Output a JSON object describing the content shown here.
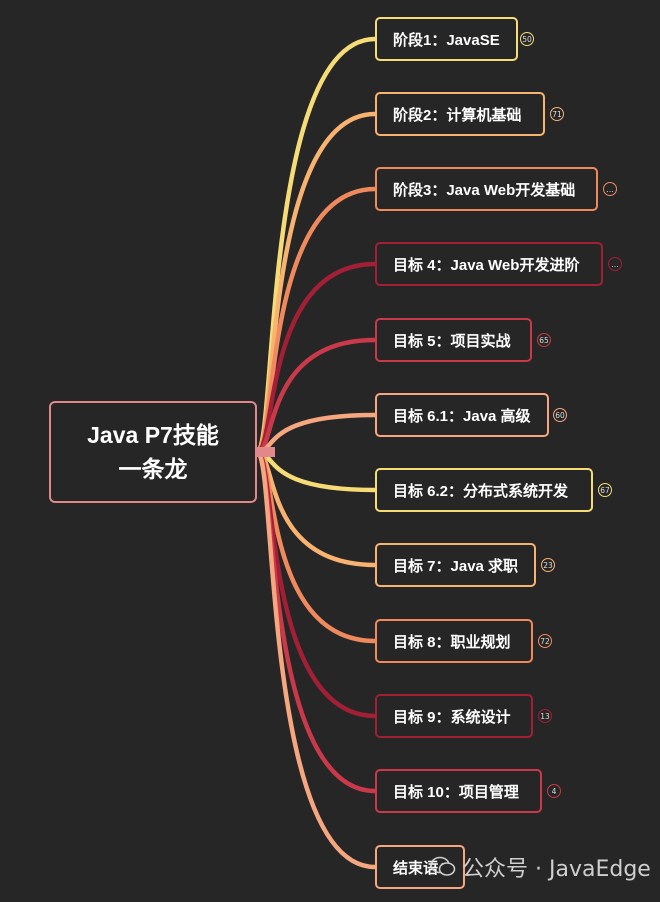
{
  "root": {
    "line1": "Java P7技能",
    "line2": "一条龙"
  },
  "nodes": [
    {
      "label": "阶段1：JavaSE",
      "badge": "50",
      "color": "#f6dc76"
    },
    {
      "label": "阶段2：计算机基础",
      "badge": "71",
      "color": "#f7b36f"
    },
    {
      "label": "阶段3：Java Web开发基础",
      "badge": "…",
      "color": "#f08a5d"
    },
    {
      "label": "目标 4：Java Web开发进阶",
      "badge": "…",
      "color": "#a21f36"
    },
    {
      "label": "目标 5：项目实战",
      "badge": "65",
      "color": "#c9394a"
    },
    {
      "label": "目标 6.1：Java 高级",
      "badge": "60",
      "color": "#f6a77f"
    },
    {
      "label": "目标 6.2：分布式系统开发",
      "badge": "67",
      "color": "#f6dc76"
    },
    {
      "label": "目标 7：Java 求职",
      "badge": "23",
      "color": "#f7b36f"
    },
    {
      "label": "目标 8：职业规划",
      "badge": "72",
      "color": "#f08a5d"
    },
    {
      "label": "目标 9：系统设计",
      "badge": "13",
      "color": "#a21f36"
    },
    {
      "label": "目标 10：项目管理",
      "badge": "4",
      "color": "#c9394a"
    },
    {
      "label": "结束语",
      "badge": "",
      "color": "#f6a77f"
    }
  ],
  "watermark": {
    "text": "公众号 · JavaEdge"
  }
}
